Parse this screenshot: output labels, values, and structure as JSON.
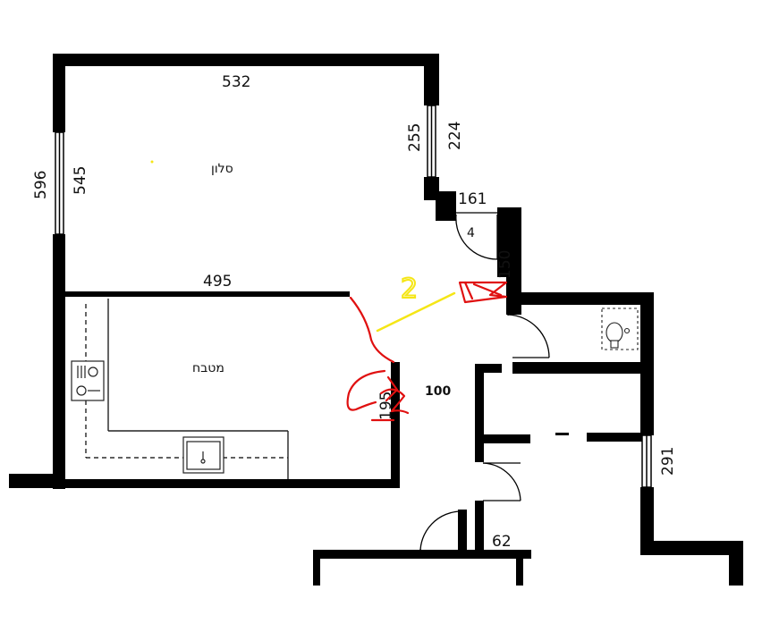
{
  "colors": {
    "wall": "#000000",
    "thin_line": "#333333",
    "red_markup": "#e01010",
    "yellow_markup": "#f5e616"
  },
  "rooms": {
    "salon": "סלון",
    "kitchen": "מטבח"
  },
  "dimensions": {
    "top_width": "532",
    "left_outer": "596",
    "left_window": "545",
    "right_window_outer": "255",
    "right_window_inner": "224",
    "entry_top": "161",
    "door_small": "4",
    "wall_150": "150",
    "kitchen_wall": "495",
    "kitchen_opening": "195",
    "hall": "100",
    "right_wall": "291",
    "bottom_small": "62"
  },
  "annotations": {
    "yellow_number": "2"
  },
  "icons": [
    "stove-icon",
    "sink-icon",
    "toilet-icon",
    "door-swing-icon",
    "window-icon"
  ]
}
